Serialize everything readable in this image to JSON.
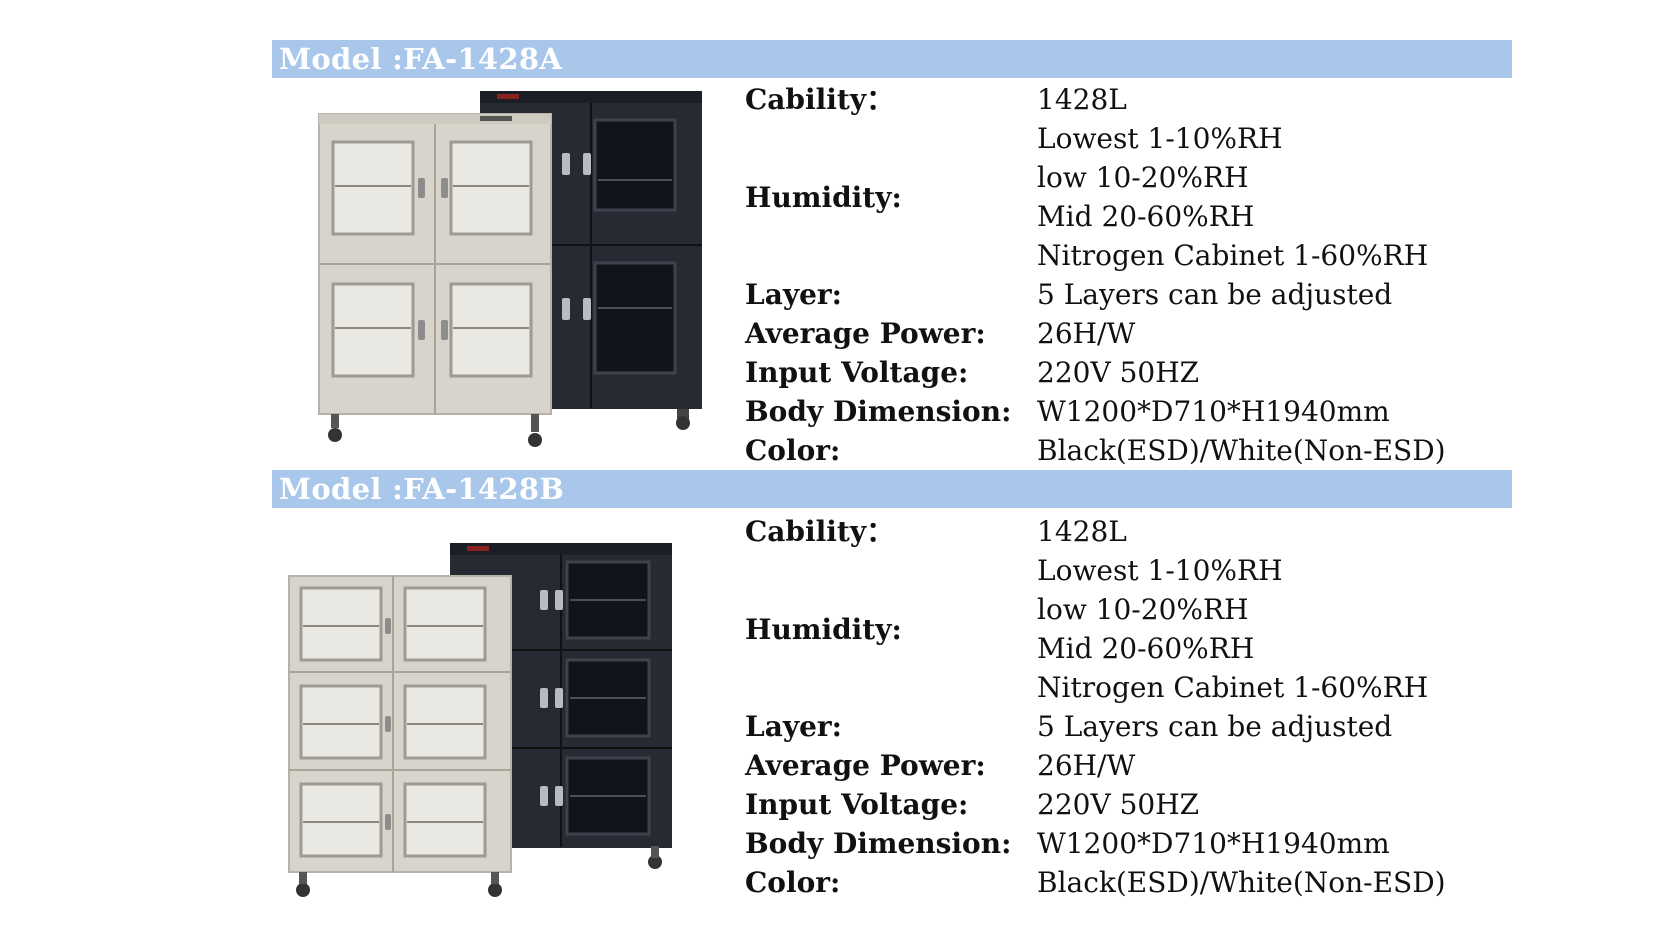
{
  "products": [
    {
      "model_title": "Model :FA-1428A",
      "specs": {
        "capacity_label": "Cability：",
        "capacity_value": "1428L",
        "humidity_label": "Humidity:",
        "humidity_values": [
          "Lowest 1-10%RH",
          "low 10-20%RH",
          "Mid 20-60%RH",
          "Nitrogen Cabinet 1-60%RH"
        ],
        "layer_label": "Layer:",
        "layer_value": "5 Layers can be adjusted",
        "power_label": "Average Power:",
        "power_value": "26H/W",
        "voltage_label": "Input Voltage:",
        "voltage_value": "220V 50HZ",
        "dimension_label": "Body Dimension:",
        "dimension_value": "W1200*D710*H1940mm",
        "color_label": "Color:",
        "color_value": "Black(ESD)/White(Non-ESD)"
      }
    },
    {
      "model_title": "Model :FA-1428B",
      "specs": {
        "capacity_label": "Cability：",
        "capacity_value": "1428L",
        "humidity_label": "Humidity:",
        "humidity_values": [
          "Lowest 1-10%RH",
          "low 10-20%RH",
          "Mid 20-60%RH",
          "Nitrogen Cabinet 1-60%RH"
        ],
        "layer_label": "Layer:",
        "layer_value": "5 Layers can be adjusted",
        "power_label": "Average Power:",
        "power_value": "26H/W",
        "voltage_label": "Input Voltage:",
        "voltage_value": "220V 50HZ",
        "dimension_label": "Body Dimension:",
        "dimension_value": "W1200*D710*H1940mm",
        "color_label": "Color:",
        "color_value": "Black(ESD)/White(Non-ESD)"
      }
    }
  ],
  "colors": {
    "band": "#a9c7ea",
    "band_text": "#ffffff",
    "cabinet_white": "#d8d4cb",
    "cabinet_black": "#262a33"
  }
}
